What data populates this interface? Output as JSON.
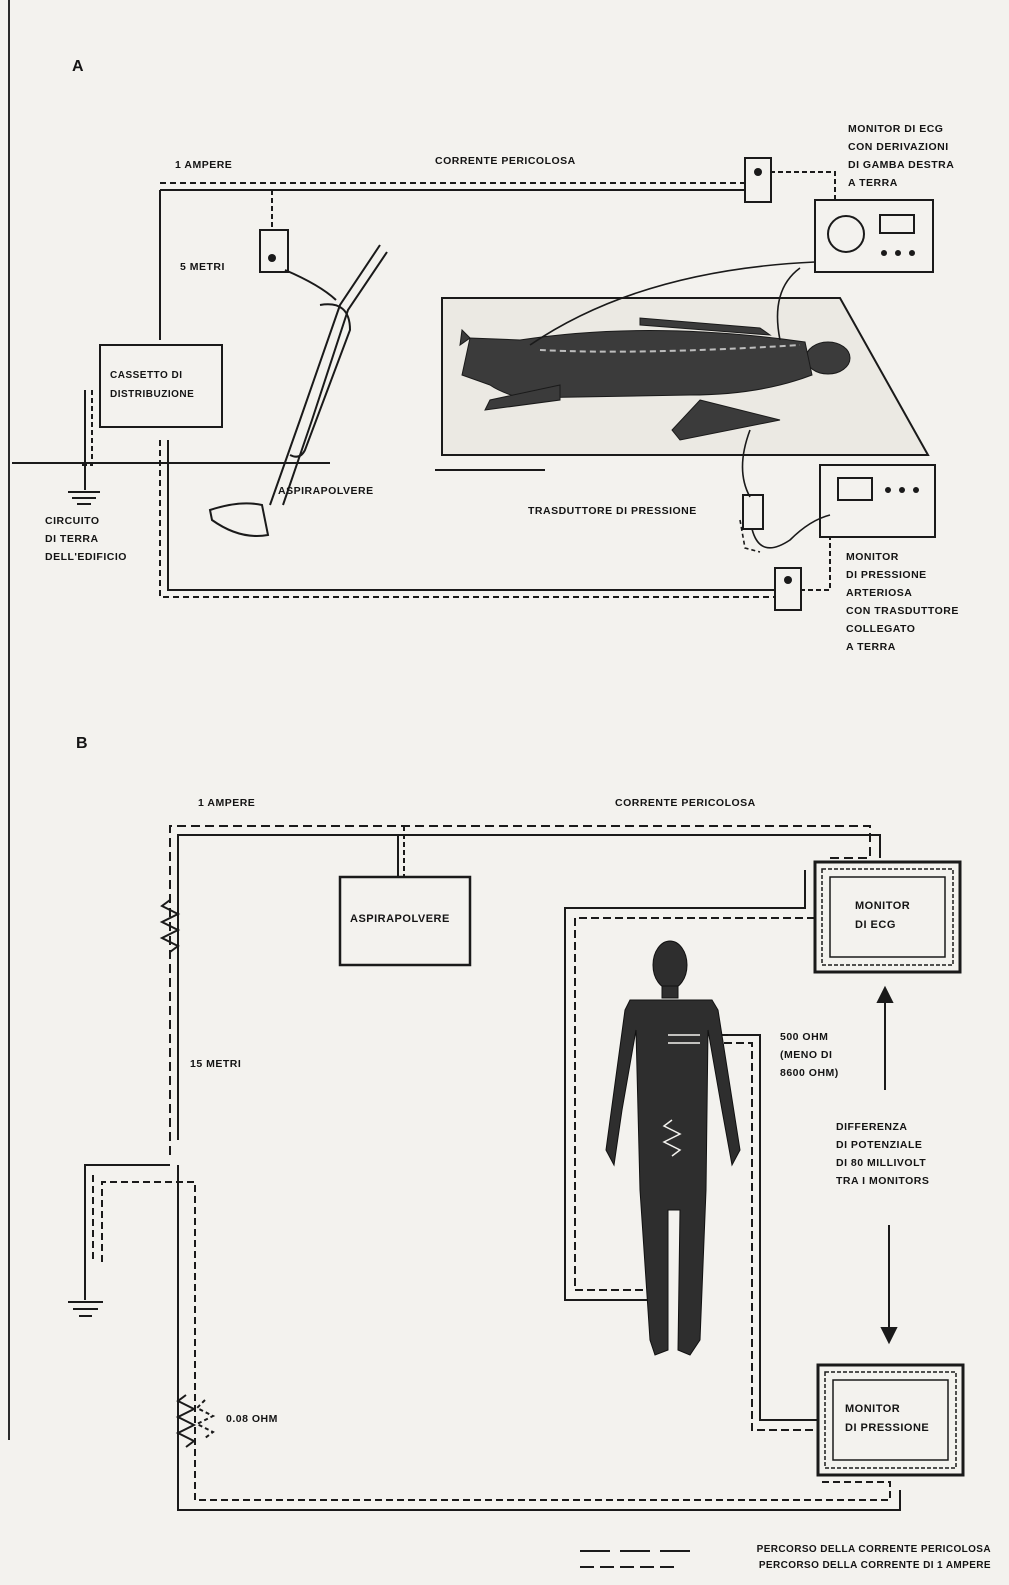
{
  "panel_a": {
    "letter": "A",
    "labels": {
      "ampere": "1 AMPERE",
      "corrente_pericolosa": "CORRENTE PERICOLOSA",
      "monitor_ecg": "MONITOR DI ECG\nCON DERIVAZIONI\nDI GAMBA DESTRA\nA TERRA",
      "metri": "5 METRI",
      "cassetto": "CASSETTO DI\nDISTRIBUZIONE",
      "aspirapolvere": "ASPIRAPOLVERE",
      "trasduttore": "TRASDUTTORE DI PRESSIONE",
      "circuito_terra": "CIRCUITO\nDI TERRA\nDELL'EDIFICIO",
      "monitor_pressione": "MONITOR\nDI PRESSIONE\nARTERIOSA\nCON TRASDUTTORE\nCOLLEGATO\nA TERRA"
    }
  },
  "panel_b": {
    "letter": "B",
    "labels": {
      "ampere": "1 AMPERE",
      "corrente_pericolosa": "CORRENTE PERICOLOSA",
      "aspirapolvere": "ASPIRAPOLVERE",
      "monitor_ecg": "MONITOR\nDI ECG",
      "metri": "15 METRI",
      "ohm_500": "500 OHM\n(MENO DI\n8600 OHM)",
      "differenza": "DIFFERENZA\nDI POTENZIALE\nDI 80 MILLIVOLT\nTRA I MONITORS",
      "ohm_008": "0.08 OHM",
      "monitor_pressione": "MONITOR\nDI PRESSIONE"
    }
  },
  "legend": {
    "dangerous": "PERCORSO DELLA CORRENTE PERICOLOSA",
    "ampere": "PERCORSO DELLA CORRENTE DI 1 AMPERE"
  }
}
